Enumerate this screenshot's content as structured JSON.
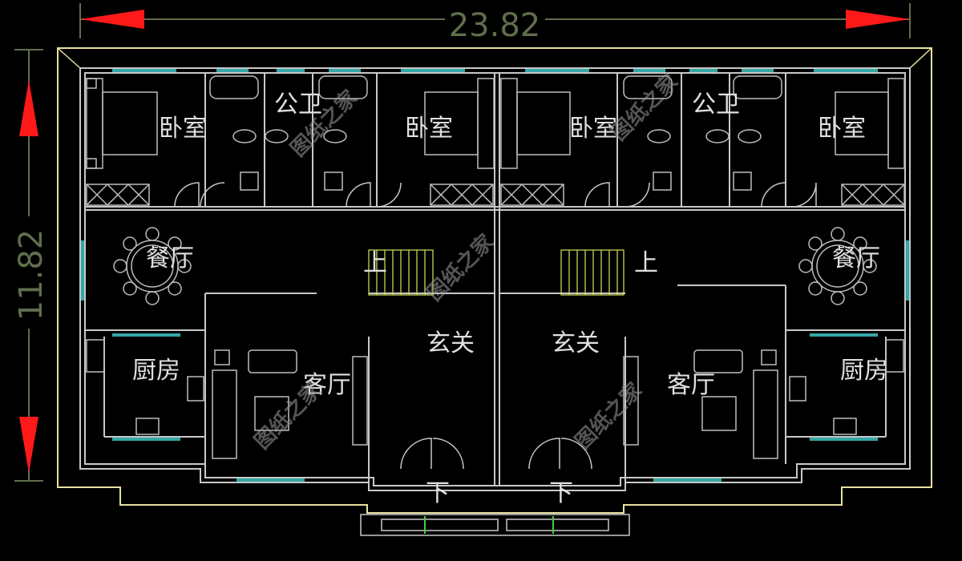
{
  "dimensions": {
    "width_label": "23.82",
    "height_label": "11.82"
  },
  "colors": {
    "wall": "#c8c8c8",
    "outline": "#e7e0a0",
    "window": "#35a6a6",
    "arrow": "#ff1a1a",
    "dimension": "#5f6e4c",
    "stair": "#d8e55a",
    "watermark": "#9a9a9a"
  },
  "rooms": {
    "bedroom": "卧室",
    "bathroom": "公卫",
    "dining": "餐厅",
    "stair_up": "上",
    "entry": "玄关",
    "kitchen": "厨房",
    "living": "客厅",
    "down": "下"
  },
  "watermark": "图纸之家"
}
